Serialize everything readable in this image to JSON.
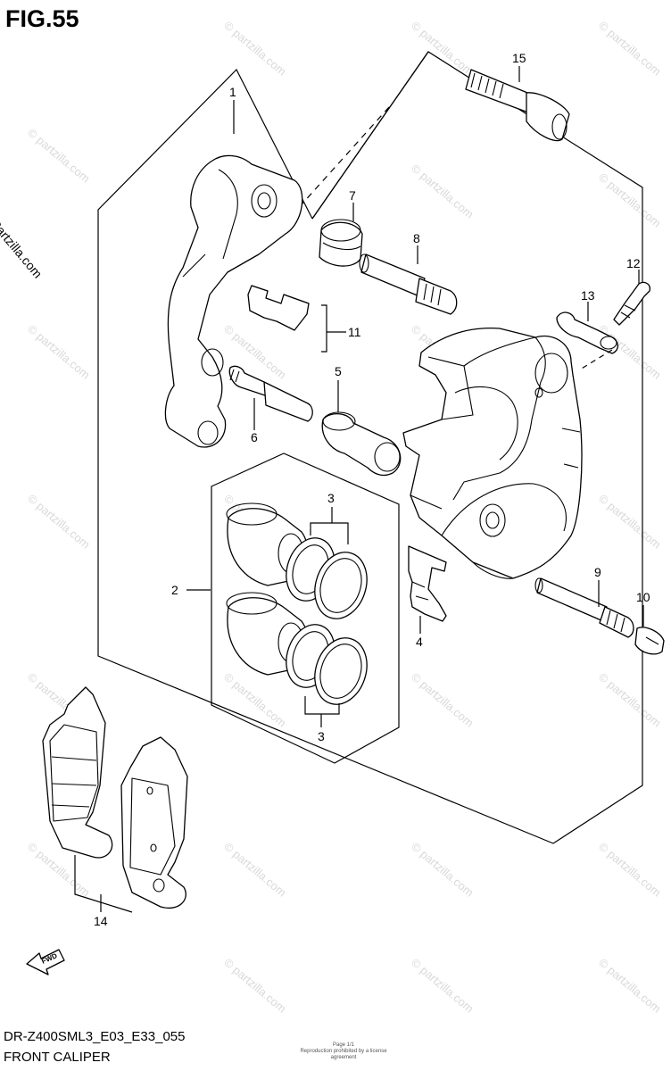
{
  "figure": {
    "title": "FIG.55",
    "model_code": "DR-Z400SML3_E03_E33_055",
    "caption": "FRONT CALIPER",
    "copyright": "© Partzilla.com",
    "watermark": "© partzilla.com",
    "small_note": "Page 1/1\nReproduction prohibited by a license agreement"
  },
  "callouts": {
    "c1": "1",
    "c2": "2",
    "c3a": "3",
    "c3b": "3",
    "c4": "4",
    "c5": "5",
    "c6": "6",
    "c7": "7",
    "c8": "8",
    "c9": "9",
    "c10": "10",
    "c11": "11",
    "c12": "12",
    "c13": "13",
    "c14": "14",
    "c15": "15"
  },
  "fwd_icon": {
    "label": "FWD",
    "icon": "forward-arrow-icon"
  }
}
